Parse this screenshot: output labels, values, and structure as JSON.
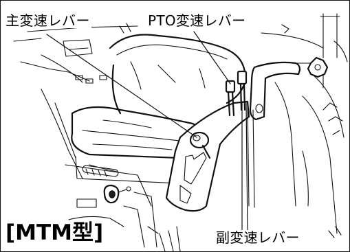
{
  "labels": {
    "main_shift_lever": "主変速レバー",
    "pto_shift_lever": "PTO変速レバー",
    "sub_shift_lever": "副変速レバー",
    "model": "[MTM型]"
  }
}
